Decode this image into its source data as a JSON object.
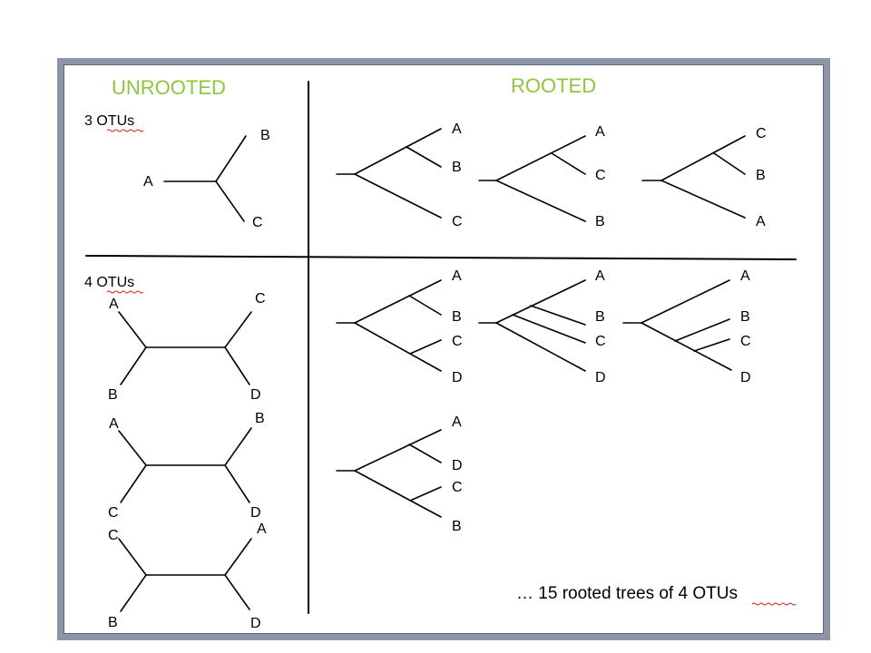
{
  "headings": {
    "unrooted": "UNROOTED",
    "rooted": "ROOTED",
    "color": "#8dc63f"
  },
  "sections": {
    "three_otus": "3 OTUs",
    "four_otus": "4 OTUs"
  },
  "footnote": "… 15 rooted trees of 4 OTUs",
  "trees": {
    "unrooted_3": {
      "a": "A",
      "b": "B",
      "c": "C"
    },
    "rooted_3": [
      {
        "top": "A",
        "mid": "B",
        "bottom": "C"
      },
      {
        "top": "A",
        "mid": "C",
        "bottom": "B"
      },
      {
        "top": "C",
        "mid": "B",
        "bottom": "A"
      }
    ],
    "unrooted_4": [
      {
        "tl": "A",
        "bl": "B",
        "tr": "C",
        "br": "D"
      },
      {
        "tl": "A",
        "bl": "C",
        "tr": "B",
        "br": "D"
      },
      {
        "tl": "C",
        "bl": "B",
        "tr": "A",
        "br": "D"
      }
    ],
    "rooted_4": [
      {
        "l1": "A",
        "l2": "B",
        "l3": "C",
        "l4": "D"
      },
      {
        "l1": "A",
        "l2": "B",
        "l3": "C",
        "l4": "D"
      },
      {
        "l1": "A",
        "l2": "B",
        "l3": "C",
        "l4": "D"
      },
      {
        "l1": "A",
        "l2": "D",
        "l3": "C",
        "l4": "B"
      }
    ]
  }
}
